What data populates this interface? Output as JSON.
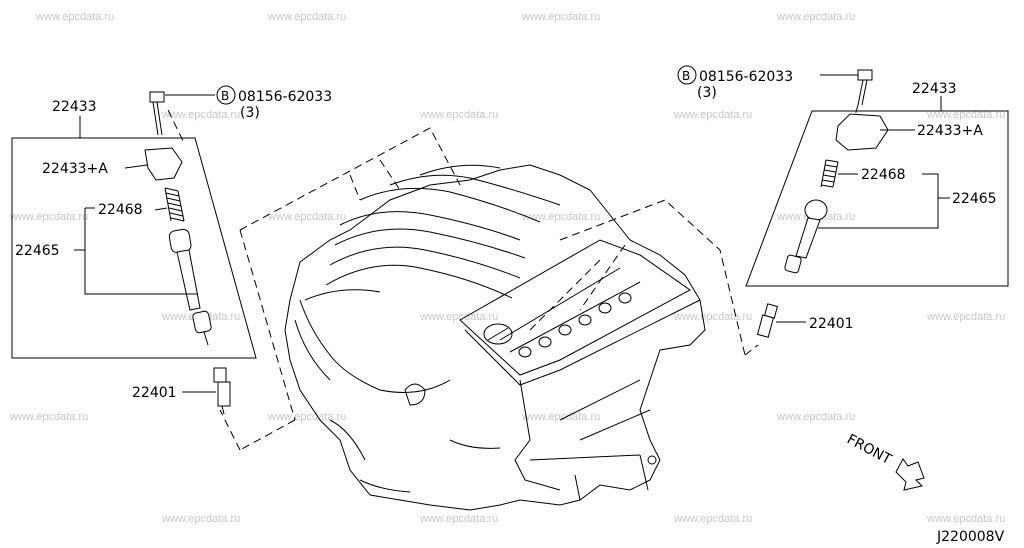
{
  "watermark": "www.epcdata.ru",
  "left_group": {
    "bolt_prefix": "B",
    "bolt_part": "08156-62033",
    "bolt_qty": "(3)",
    "coil_assembly": "22433",
    "coil": "22433+A",
    "spring": "22468",
    "boot_assembly": "22465",
    "spark_plug": "22401"
  },
  "right_group": {
    "bolt_prefix": "B",
    "bolt_part": "08156-62033",
    "bolt_qty": "(3)",
    "coil_assembly": "22433",
    "coil": "22433+A",
    "spring": "22468",
    "boot_assembly": "22465",
    "spark_plug": "22401"
  },
  "front_label": "FRONT",
  "diagram_code": "J220008V"
}
